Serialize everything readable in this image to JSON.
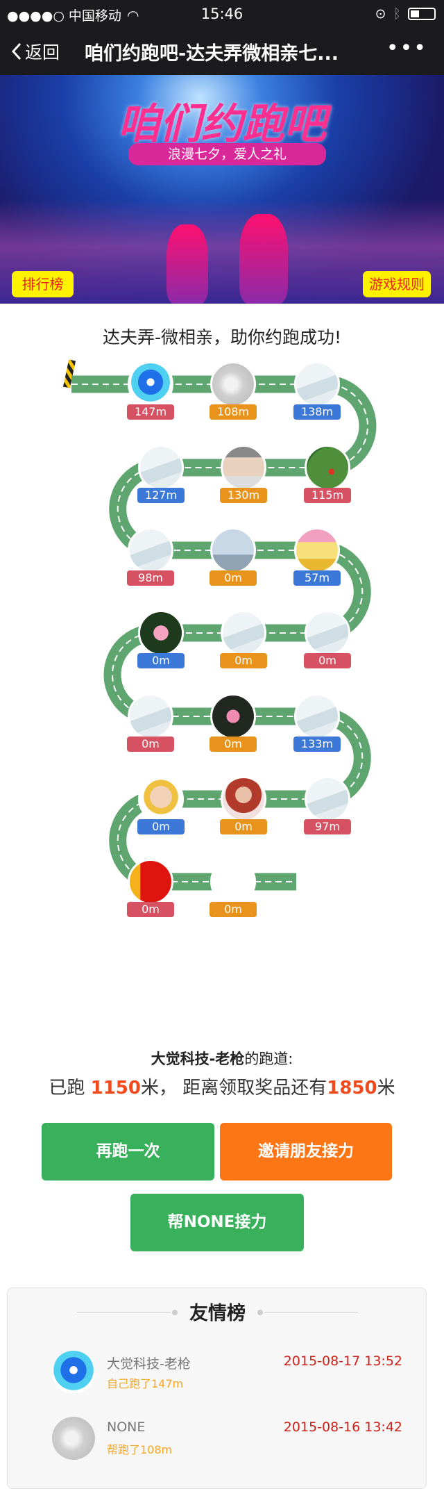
{
  "status_bar": {
    "carrier": "●●●●○ 中国移动",
    "wifi_icon": "wifi-icon",
    "time": "15:46",
    "lock_icon": "rotation-lock-icon",
    "bluetooth_icon": "bluetooth-icon",
    "battery_icon": "battery-icon"
  },
  "nav": {
    "back_label": "返回",
    "title": "咱们约跑吧-达夫弄微相亲七...",
    "more_label": "•••"
  },
  "banner": {
    "title": "咱们约跑吧",
    "subtitle": "浪漫七夕，爱人之礼",
    "ranking_button": "排行榜",
    "rules_button": "游戏规则"
  },
  "headline": "达夫弄-微相亲，助你约跑成功!",
  "badge_colors": [
    "#d65262",
    "#e8941c",
    "#3b78d8"
  ],
  "road_color": "#5ea56f",
  "track_nodes": [
    {
      "distance": "147m",
      "avatar": "dajue-logo"
    },
    {
      "distance": "108m",
      "avatar": "gray-heart"
    },
    {
      "distance": "138m",
      "avatar": "placeholder"
    },
    {
      "distance": "115m",
      "avatar": "frog"
    },
    {
      "distance": "130m",
      "avatar": "photo-family"
    },
    {
      "distance": "127m",
      "avatar": "placeholder"
    },
    {
      "distance": "98m",
      "avatar": "placeholder"
    },
    {
      "distance": "0m",
      "avatar": "photo-sky"
    },
    {
      "distance": "57m",
      "avatar": "jd-logo"
    },
    {
      "distance": "0m",
      "avatar": "placeholder"
    },
    {
      "distance": "0m",
      "avatar": "placeholder"
    },
    {
      "distance": "0m",
      "avatar": "lotus"
    },
    {
      "distance": "0m",
      "avatar": "placeholder"
    },
    {
      "distance": "0m",
      "avatar": "lotus-dark"
    },
    {
      "distance": "133m",
      "avatar": "placeholder"
    },
    {
      "distance": "97m",
      "avatar": "placeholder"
    },
    {
      "distance": "0m",
      "avatar": "photo-woman"
    },
    {
      "distance": "0m",
      "avatar": "photo-baby"
    },
    {
      "distance": "0m",
      "avatar": "calligraphy"
    },
    {
      "distance": "0m",
      "avatar": "blank"
    }
  ],
  "summary": {
    "owner": "大觉科技-老枪",
    "owner_suffix": "的跑道:",
    "ran_prefix": "已跑 ",
    "ran": "1150",
    "ran_suffix": "米，  距离领取奖品还有",
    "remaining": "1850",
    "remaining_suffix": "米"
  },
  "buttons": {
    "run_again": "再跑一次",
    "invite": "邀请朋友接力",
    "help": "帮NONE接力"
  },
  "board": {
    "title": "友情榜",
    "rows": [
      {
        "name": "大觉科技-老枪",
        "detail": "自己跑了147m",
        "date": "2015-08-17 13:52",
        "avatar": "dajue-logo"
      },
      {
        "name": "NONE",
        "detail": "帮跑了108m",
        "date": "2015-08-16 13:42",
        "avatar": "gray-heart"
      }
    ]
  }
}
